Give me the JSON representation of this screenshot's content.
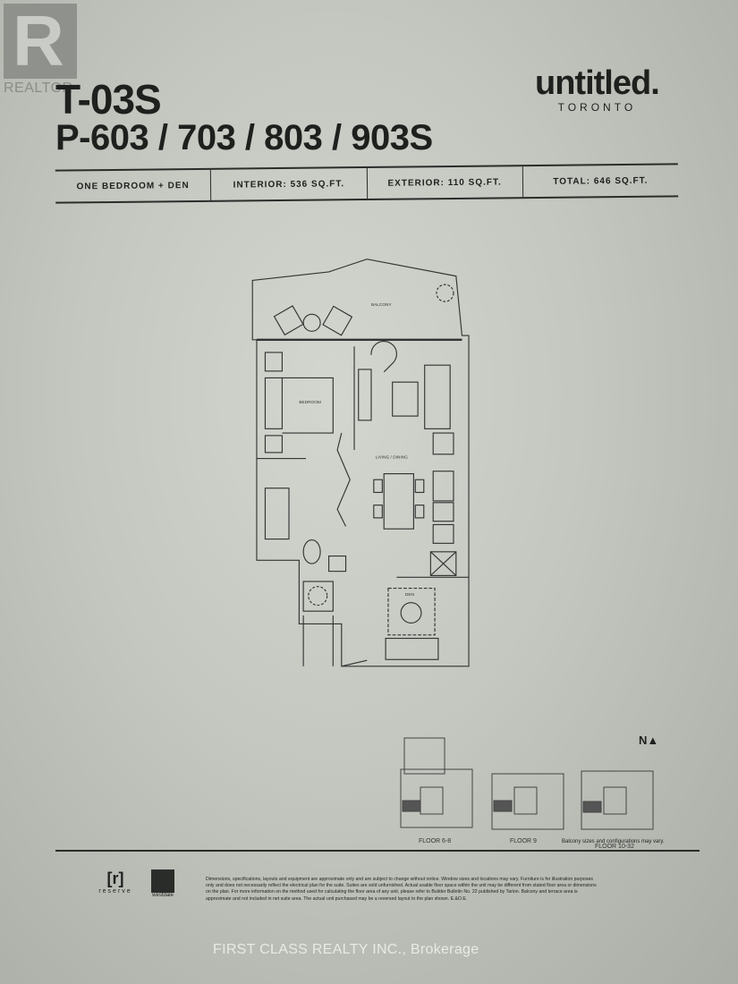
{
  "watermark_logo": {
    "text": "REALTOR"
  },
  "header": {
    "unit_code": "T-03S",
    "suite_numbers": "P-603 / 703 / 803 / 903S",
    "brand_name": "untitled.",
    "brand_city": "TORONTO"
  },
  "specs": {
    "type": "ONE BEDROOM + DEN",
    "interior": "INTERIOR: 536 SQ.FT.",
    "exterior": "EXTERIOR: 110 SQ.FT.",
    "total": "TOTAL: 646 SQ.FT."
  },
  "plan_rooms": {
    "balcony": "BALCONY",
    "bedroom": "BEDROOM",
    "living": "LIVING / DINING",
    "den": "DEN"
  },
  "keyplans": {
    "north": "N▲",
    "labels": [
      "FLOOR 6-8",
      "FLOOR 9",
      "FLOOR 10-32"
    ],
    "note": "Balcony sizes and configurations may vary."
  },
  "footer": {
    "reserve_logo": "[r]",
    "reserve_text": "reserve",
    "westdale_text": "westdale",
    "disclaimer": "Dimensions, specifications, layouts and equipment are approximate only and are subject to change without notice. Window sizes and locations may vary. Furniture is for illustration purposes only and does not necessarily reflect the electrical plan for the suite. Suites are sold unfurnished. Actual usable floor space within the unit may be different from stated floor area or dimensions on the plan. For more information on the method used for calculating the floor area of any unit, please refer to Builder Bulletin No. 22 published by Tarion. Balcony and terrace area is approximate and not included in net suite area. The actual unit purchased may be a reversed layout to the plan shown. E.&O.E.",
    "brokerage": "FIRST CLASS REALTY INC., Brokerage"
  }
}
